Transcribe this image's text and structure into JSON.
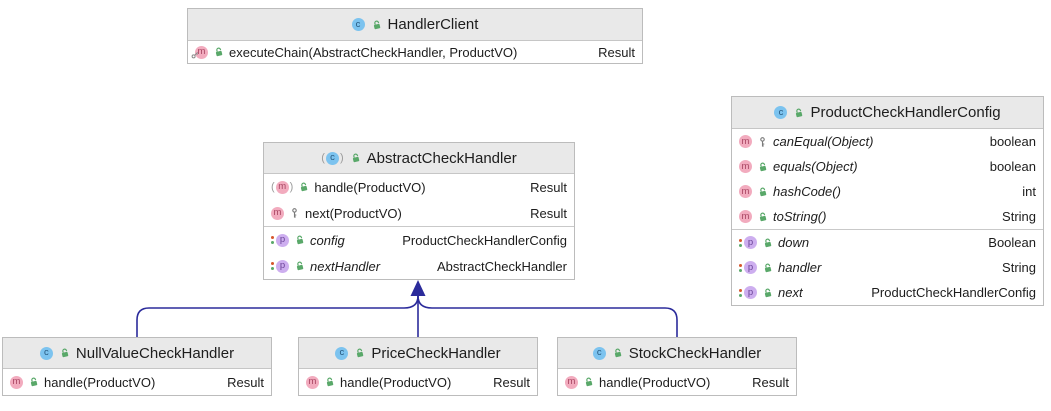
{
  "diagram_type": "uml-class-diagram",
  "icons": {
    "class_letter": "c",
    "method_letter": "m",
    "property_letter": "p",
    "paren_open": "(",
    "paren_close": ")",
    "public_visibility": "open-lock-icon",
    "protected_visibility": "key-icon"
  },
  "colors": {
    "header_bg": "#e9e9e9",
    "box_border": "#bcbcbc",
    "arrow": "#2b2b9b",
    "class_icon_bg": "#7cc3ef",
    "method_icon_bg": "#f2abbe",
    "property_icon_bg": "#cdaeef",
    "lock_green": "#59a869",
    "key_grey": "#7a7a7a",
    "dot_red": "#d6562c",
    "dot_green": "#59a869"
  },
  "classes": {
    "handler_client": {
      "title": "HandlerClient",
      "members": {
        "m0": {
          "name": "executeChain(AbstractCheckHandler, ProductVO)",
          "type": "Result"
        }
      }
    },
    "abstract_check_handler": {
      "title": "AbstractCheckHandler",
      "methods": {
        "m0": {
          "name": "handle(ProductVO)",
          "type": "Result"
        },
        "m1": {
          "name": "next(ProductVO)",
          "type": "Result"
        }
      },
      "fields": {
        "f0": {
          "name": "config",
          "type": "ProductCheckHandlerConfig"
        },
        "f1": {
          "name": "nextHandler",
          "type": "AbstractCheckHandler"
        }
      }
    },
    "product_check_handler_config": {
      "title": "ProductCheckHandlerConfig",
      "methods": {
        "m0": {
          "name": "canEqual(Object)",
          "type": "boolean"
        },
        "m1": {
          "name": "equals(Object)",
          "type": "boolean"
        },
        "m2": {
          "name": "hashCode()",
          "type": "int"
        },
        "m3": {
          "name": "toString()",
          "type": "String"
        }
      },
      "fields": {
        "f0": {
          "name": "down",
          "type": "Boolean"
        },
        "f1": {
          "name": "handler",
          "type": "String"
        },
        "f2": {
          "name": "next",
          "type": "ProductCheckHandlerConfig"
        }
      }
    },
    "null_value_check_handler": {
      "title": "NullValueCheckHandler",
      "members": {
        "m0": {
          "name": "handle(ProductVO)",
          "type": "Result"
        }
      }
    },
    "price_check_handler": {
      "title": "PriceCheckHandler",
      "members": {
        "m0": {
          "name": "handle(ProductVO)",
          "type": "Result"
        }
      }
    },
    "stock_check_handler": {
      "title": "StockCheckHandler",
      "members": {
        "m0": {
          "name": "handle(ProductVO)",
          "type": "Result"
        }
      }
    }
  },
  "edges": [
    {
      "from": "NullValueCheckHandler",
      "to": "AbstractCheckHandler",
      "type": "inheritance"
    },
    {
      "from": "PriceCheckHandler",
      "to": "AbstractCheckHandler",
      "type": "inheritance"
    },
    {
      "from": "StockCheckHandler",
      "to": "AbstractCheckHandler",
      "type": "inheritance"
    }
  ]
}
